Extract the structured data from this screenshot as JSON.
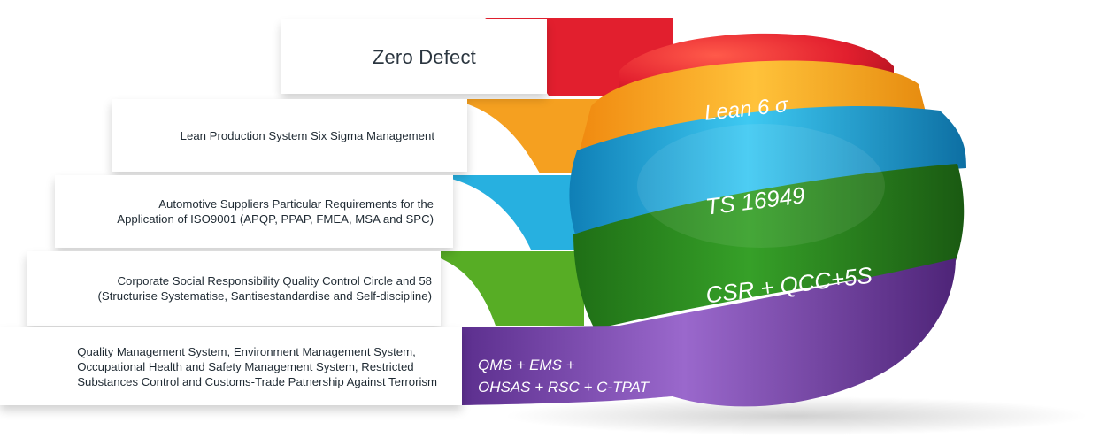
{
  "diagram": {
    "layers": [
      {
        "id": "zero-defect",
        "description": "Zero Defect",
        "label": "",
        "color": "#e21f2e"
      },
      {
        "id": "lean",
        "description": "Lean Production System Six Sigma Management",
        "label": "Lean 6 σ",
        "color": "#f6a41a"
      },
      {
        "id": "ts",
        "description_lines": [
          "Automotive Suppliers Particular Requirements for the",
          "Application of ISO9001 (APQP, PPAP, FMEA, MSA and SPC)"
        ],
        "label": "TS 16949",
        "color": "#1ba7d8"
      },
      {
        "id": "csr",
        "description_lines": [
          "Corporate Social Responsibility Quality Control Circle and 58",
          "(Structurise Systematise, Santisestandardise and Self-discipline)"
        ],
        "label": "CSR + QCC+5S",
        "color": "#4aa321"
      },
      {
        "id": "qms",
        "description_lines": [
          "Quality Management System, Environment Management System,",
          "Occupational Health and Safety Management System, Restricted",
          "Substances Control and Customs-Trade Patnership Against Terrorism"
        ],
        "label_lines": [
          "QMS + EMS +",
          "OHSAS + RSC + C-TPAT"
        ],
        "color": "#8e5bc0"
      }
    ]
  }
}
